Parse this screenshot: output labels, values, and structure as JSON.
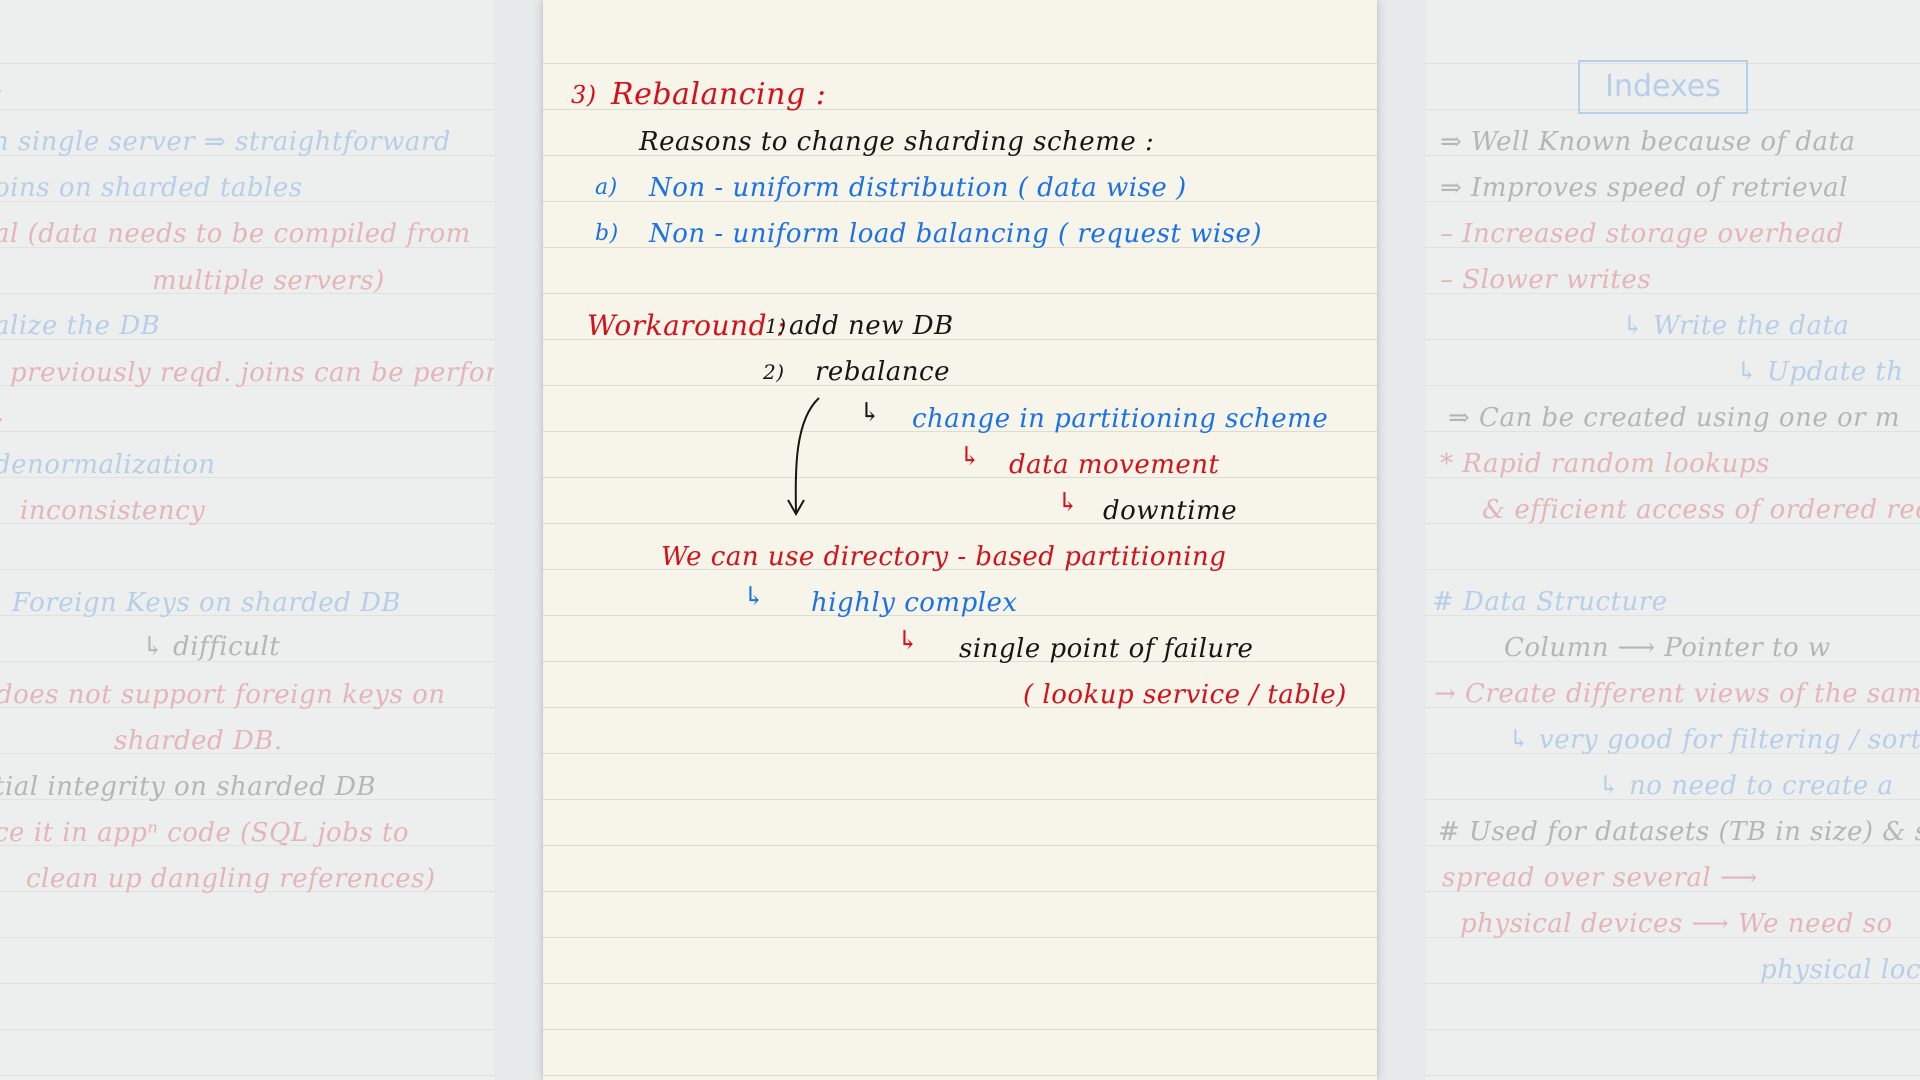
{
  "left_page": {
    "lines": [
      {
        "text": ":",
        "color": "red"
      },
      {
        "text": "n single server ⇒ straightforward",
        "color": "mixed"
      },
      {
        "text": "oins on sharded tables",
        "color": "blue"
      },
      {
        "text": "al (data needs to be compiled from",
        "color": "red"
      },
      {
        "text": "multiple servers)",
        "color": "red"
      },
      {
        "text": "alize the DB",
        "color": "blue"
      },
      {
        "text": "previously reqd. joins can be performed",
        "color": "red"
      },
      {
        "text": ".",
        "color": "red"
      },
      {
        "text": "denormalization",
        "color": "blue"
      },
      {
        "text": "inconsistency",
        "color": "red"
      },
      {
        "text": "Foreign Keys on sharded DB",
        "color": "blue"
      },
      {
        "text": "↳ difficult",
        "color": "gray"
      },
      {
        "text": "does not support foreign keys on",
        "color": "red"
      },
      {
        "text": "sharded DB.",
        "color": "red"
      },
      {
        "text": "tial integrity on sharded DB",
        "color": "gray"
      },
      {
        "text": "ce it in appⁿ code (SQL jobs to",
        "color": "red"
      },
      {
        "text": "clean up dangling references)",
        "color": "red"
      }
    ]
  },
  "center_page": {
    "heading_number": "3)",
    "heading": "Rebalancing :",
    "reasons_title": "Reasons to change sharding scheme :",
    "reasons": [
      {
        "marker": "a)",
        "text": "Non - uniform distribution ( data wise )"
      },
      {
        "marker": "b)",
        "text": "Non - uniform load balancing ( request wise)"
      }
    ],
    "workaround_label": "Workaround :",
    "workaround_steps": [
      {
        "marker": "1)",
        "text": "add new DB"
      },
      {
        "marker": "2)",
        "text": "rebalance"
      }
    ],
    "arrow_glyph": "↳",
    "consequences": [
      {
        "text": "change in partitioning scheme",
        "color": "#1b72e8"
      },
      {
        "text": "data movement",
        "color": "#d4101b"
      },
      {
        "text": "downtime",
        "color": "#161616"
      }
    ],
    "solution": "We can use directory - based partitioning",
    "solution_sub1": "highly complex",
    "solution_sub2": "single point of failure",
    "solution_sub3": "( lookup service / table)"
  },
  "right_page": {
    "title": "Indexes",
    "lines": [
      {
        "text": "⇒ Well Known because of data",
        "color": "gray"
      },
      {
        "text": "⇒ Improves speed of retrieval",
        "color": "gray"
      },
      {
        "text": "– Increased storage overhead",
        "color": "red"
      },
      {
        "text": "– Slower writes",
        "color": "red"
      },
      {
        "text": "↳ Write the data",
        "color": "blue"
      },
      {
        "text": "↳ Update th",
        "color": "blue"
      },
      {
        "text": "⇒ Can be created using one or m",
        "color": "gray"
      },
      {
        "text": "* Rapid random lookups",
        "color": "red"
      },
      {
        "text": "& efficient access of ordered rec",
        "color": "red"
      },
      {
        "text": "# Data Structure",
        "color": "blue"
      },
      {
        "text": "Column ⟶ Pointer to w",
        "color": "mixed"
      },
      {
        "text": "→ Create different views of the same",
        "color": "red"
      },
      {
        "text": "↳ very good for filtering / sort",
        "color": "blue"
      },
      {
        "text": "↳ no need to create a",
        "color": "blue"
      },
      {
        "text": "# Used for datasets (TB in size) & small",
        "color": "gray"
      },
      {
        "text": "spread over several ⟶",
        "color": "red"
      },
      {
        "text": "physical devices ⟶ We need so",
        "color": "mixed"
      },
      {
        "text": "physical loca",
        "color": "blue"
      }
    ]
  },
  "colors": {
    "red": "#d4101b",
    "blue": "#1b72e8",
    "black": "#161616",
    "paper": "#f7f5ea",
    "rule": "#dcdcd4"
  }
}
